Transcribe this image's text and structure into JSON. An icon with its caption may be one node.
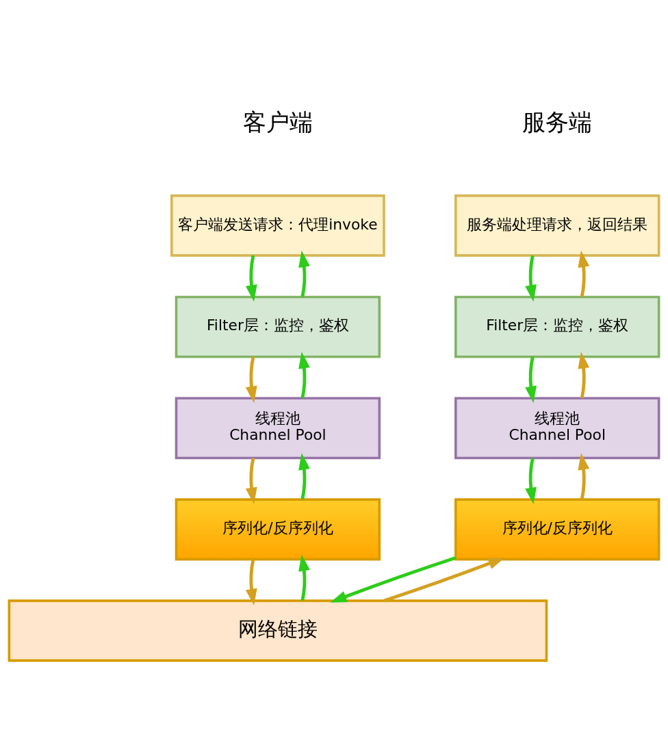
{
  "diagram": {
    "nodes": [
      {
        "text": [
          "客户端发送请求：代理invoke"
        ]
      },
      {
        "text": [
          "Filter层：监控，鉴权"
        ]
      },
      {
        "text": [
          "线程池 Channel Pool"
        ]
      },
      {
        "text": [
          "序列化/反序列化"
        ]
      },
      {
        "text": [
          "网络链接"
        ]
      },
      {
        "text": [
          "服务端处理请求，返回结果"
        ]
      },
      {
        "text": [
          "Filter层：监控，鉴权"
        ]
      },
      {
        "text": [
          "线程池 Channel Pool"
        ]
      },
      {
        "text": [
          "序列化/反序列化"
        ]
      }
    ],
    "edges": [
      {
        "from": 0,
        "to": 1,
        "arrow": "to"
      },
      {
        "from": 1,
        "to": 0,
        "arrow": "to"
      },
      {
        "from": 1,
        "to": 2,
        "arrow": "to",
        "color": "#d4a020"
      },
      {
        "from": 2,
        "to": 1,
        "arrow": "to"
      },
      {
        "from": 2,
        "to": 3,
        "arrow": "to",
        "color": "#d4a020"
      },
      {
        "from": 3,
        "to": 2,
        "arrow": "to"
      },
      {
        "from": 3,
        "to": 4,
        "arrow": "to",
        "color": "#d4a020"
      },
      {
        "from": 4,
        "to": 3,
        "arrow": "to"
      },
      {
        "from": 5,
        "to": 6,
        "arrow": "to"
      },
      {
        "from": 6,
        "to": 5,
        "arrow": "to",
        "color": "#d4a020"
      },
      {
        "from": 6,
        "to": 7,
        "arrow": "to"
      },
      {
        "from": 7,
        "to": 6,
        "arrow": "to",
        "color": "#d4a020"
      },
      {
        "from": 7,
        "to": 8,
        "arrow": "to"
      },
      {
        "from": 8,
        "to": 7,
        "arrow": "to",
        "color": "#d4a020"
      },
      {
        "from": 8,
        "to": 4,
        "arrow": "to"
      },
      {
        "from": 4,
        "to": 8,
        "arrow": "to",
        "color": "#d4a020"
      }
    ],
    "labels": [
      "客户端",
      "服务端"
    ]
  }
}
